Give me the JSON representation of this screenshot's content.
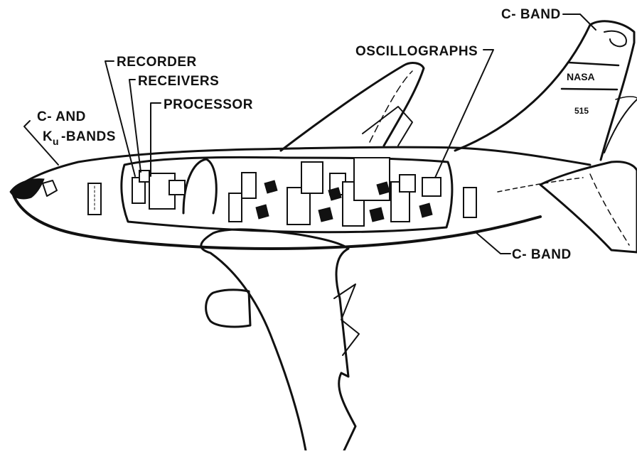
{
  "labels": {
    "c_band_top": "C- BAND",
    "oscillographs": "OSCILLOGRAPHS",
    "recorder": "RECORDER",
    "receivers": "RECEIVERS",
    "processor": "PROCESSOR",
    "c_and": "C- AND",
    "ku_k": "K",
    "ku_u": "u",
    "ku_bands": "-BANDS",
    "c_band_bottom": "C- BAND",
    "tail_nasa": "NASA",
    "tail_number": "515"
  },
  "colors": {
    "ink": "#111111",
    "background": "#ffffff"
  }
}
